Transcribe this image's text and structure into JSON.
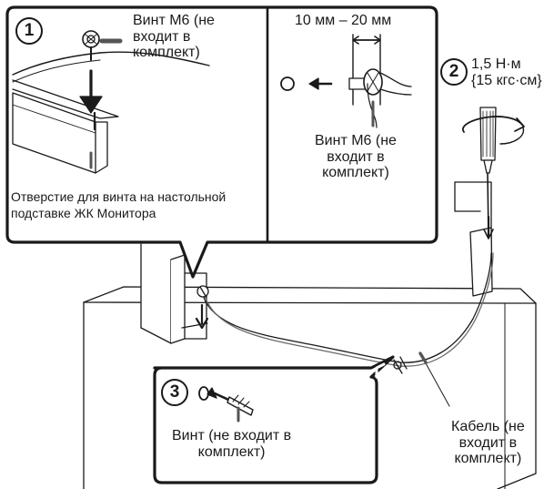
{
  "steps": {
    "step1": "1",
    "step2": "2",
    "step3": "3"
  },
  "labels": {
    "screw_m6_top": "Винт M6 (не\nвходит в\nкомплект)",
    "screw_m6_right": "Винт M6 (не\nвходит в\nкомплект)",
    "screw_length": "10 мм – 20 мм",
    "torque": "1,5 Н·м\n{15 кгс·см}",
    "hole_desc": "Отверстие для винта на настольной\nподставке ЖК Монитора",
    "screw_wall": "Винт (не входит в\nкомплект)",
    "cable": "Кабель (не\nвходит в\nкомплект)"
  }
}
